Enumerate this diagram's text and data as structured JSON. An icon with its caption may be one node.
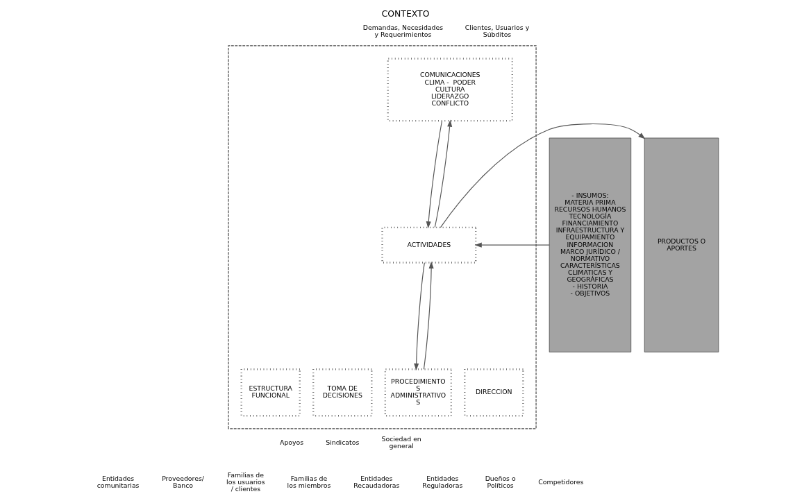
{
  "diagram": {
    "title": "CONTEXTO",
    "nodes": [
      {
        "text": [],
        "shape": "box"
      },
      {
        "text": [
          "- INSUMOS:",
          "MATERIA PRIMA",
          "RECURSOS HUMANOS",
          "TECNOLOGÍA",
          "FINANCIAMIENTO",
          "INFRAESTRUCTURA Y EQUIPAMIENTO",
          "INFORMACION",
          "MARCO JURÍDICO / NORMATIVO",
          "CARACTERÍSTICAS CLIMATICAS Y GEOGRÁFICAS",
          "- HISTORIA",
          "- OBJETIVOS"
        ]
      },
      {
        "text": [
          "COMUNICACIONES",
          "CLIMA -  PODER",
          "CULTURA",
          "LIDERAZGO",
          "CONFLICTO"
        ],
        "in": 0
      },
      {
        "text": [
          "ACTIVIDADES"
        ],
        "in": 0
      },
      {
        "text": [
          "ESTRUCTURA FUNCIONAL"
        ],
        "in": 0
      },
      {
        "text": [
          "TOMA DE DECISIONES"
        ],
        "in": 0
      },
      {
        "text": [
          "PROCEDIMIENTO S ADMINISTRATIVO S"
        ],
        "in": 0
      },
      {
        "text": [
          "DIRECCION"
        ],
        "in": 0
      },
      {
        "text": [
          "PRODUCTOS O APORTES"
        ]
      }
    ],
    "edges": [
      {
        "from": 1,
        "to": 3,
        "arrow": "to"
      },
      {
        "from": 3,
        "to": 8,
        "arrow": "to"
      },
      {
        "from": 2,
        "to": 3,
        "arrow": "to"
      },
      {
        "from": 3,
        "to": 2,
        "arrow": "to"
      },
      {
        "from": 3,
        "to": 6,
        "arrow": "to"
      },
      {
        "from": 6,
        "to": 3,
        "arrow": "to"
      }
    ],
    "labels": [
      "Demandas, Necesidades y Requerimientos",
      "Clientes, Usuarios y Súbditos",
      "Apoyos",
      "Sindicatos",
      "Sociedad en general",
      "Entidades comunitarias",
      "Proveedores/ Banco",
      "Familias de los usuarios / clientes",
      "Familias de los miembros",
      "Entidades Recaudadoras",
      "Entidades Reguladoras",
      "Dueños o Políticos",
      "Competidores"
    ]
  }
}
